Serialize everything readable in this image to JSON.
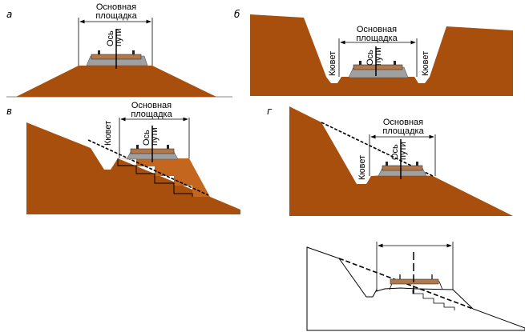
{
  "diagram_title": "Поперечные профили земляного полотна",
  "colors": {
    "soil": "#A84F0E",
    "soil_fill_embank": "#C4661E",
    "ballast": "#A0A0A0",
    "sleeper": "#B3784A",
    "line": "#000000",
    "background": "#FFFFFF"
  },
  "panels": [
    {
      "letter": "а",
      "type": "embankment",
      "platform_label_line1": "Основная",
      "platform_label_line2": "площадка",
      "axis_label_line1": "Ось",
      "axis_label_line2": "пути"
    },
    {
      "letter": "б",
      "type": "cutting",
      "platform_label_line1": "Основная",
      "platform_label_line2": "площадка",
      "axis_label_line1": "Ось",
      "axis_label_line2": "пути",
      "ditch_label_left": "Кювет",
      "ditch_label_right": "Кювет"
    },
    {
      "letter": "в",
      "type": "half-embankment on slope",
      "platform_label_line1": "Основная",
      "platform_label_line2": "площадка",
      "axis_label_line1": "Ось",
      "axis_label_line2": "пути",
      "ditch_label": "Кювет"
    },
    {
      "letter": "г",
      "type": "half-cutting on slope",
      "platform_label_line1": "Основная",
      "platform_label_line2": "площадка",
      "axis_label_line1": "Ось",
      "axis_label_line2": "пути",
      "ditch_label": "Кювет"
    },
    {
      "letter": "",
      "type": "half-embankment half-cutting outline"
    }
  ]
}
